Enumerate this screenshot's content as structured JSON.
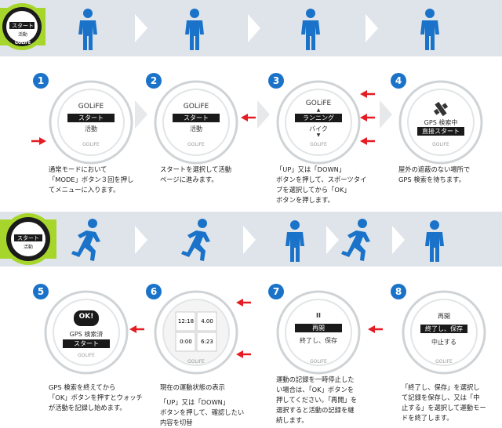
{
  "top_row": {
    "thumb": {
      "line1": "スタート",
      "line2": "活動",
      "brand": "GOLIFE"
    },
    "steps": [
      {
        "num": "1",
        "brand": "GOLiFE",
        "bar": "スタート",
        "sub": "活動",
        "desc": [
          "通常モードにおいて",
          "「MODE」ボタン３回を押し",
          "てメニューに入ります。"
        ]
      },
      {
        "num": "2",
        "brand": "GOLiFE",
        "bar": "スタート",
        "sub": "活動",
        "desc": [
          "スタートを選択して活動",
          "ページに進みます。"
        ]
      },
      {
        "num": "3",
        "brand": "GOLiFE",
        "bar": "ランニング",
        "sub": "バイク",
        "desc": [
          "「UP」又は「DOWN」",
          "ボタンを押して、スポーツタイ",
          "プを選択してから「OK」",
          "ボタンを押します。"
        ]
      },
      {
        "num": "4",
        "brand": "",
        "bar": "直接スタート",
        "sub": "GPS 検索中",
        "desc": [
          "屋外の遮蔽のない場所で",
          "GPS 検索を待ちます。"
        ]
      }
    ]
  },
  "bottom_row": {
    "thumb": {
      "brand": "GOLIFE",
      "line1": "スタート",
      "line2": "活動"
    },
    "steps": [
      {
        "num": "5",
        "badge": "OK!",
        "sub": "GPS 検索済",
        "bar": "スタート",
        "desc": [
          "GPS 検索を終えてから",
          "「OK」ボタンを押すとウォッチ",
          "が活動を記録し始めます。"
        ]
      },
      {
        "num": "6",
        "tiles": [
          "12:18",
          "4.00",
          "0:00",
          "6:23"
        ],
        "desc": [
          "現在の運動状態の表示",
          "",
          "「UP」又は「DOWN」",
          "ボタンを押して、確認したい",
          "内容を切替"
        ]
      },
      {
        "num": "7",
        "pause": "II",
        "bar": "再開",
        "sub": "終了し、保存",
        "desc": [
          "運動の記録を一時停止した",
          "い場合は、「OK」ボタンを",
          "押してください。「再開」を",
          "選択すると活動の記録を継",
          "続します。"
        ]
      },
      {
        "num": "8",
        "top": "再開",
        "bar": "終了し、保存",
        "sub": "中止する",
        "desc": [
          "「終了し、保存」を選択し",
          "て記録を保存し、又は「中",
          "止する」を選択して運動モー",
          "ドを終了します。"
        ]
      }
    ]
  },
  "colors": {
    "accent": "#1a73c9",
    "arrow": "#e41c23",
    "band": "#dfe4ea",
    "lime": "#a6d62b"
  },
  "watch_label": "GOLIFE"
}
